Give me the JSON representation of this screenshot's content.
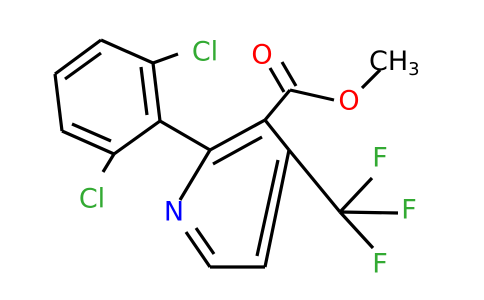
{
  "molecule": {
    "colors": {
      "bond": "#000000",
      "chlorine": "#33aa33",
      "oxygen": "#ff0000",
      "nitrogen": "#0000ff",
      "fluorine": "#33aa33",
      "carbon": "#000000"
    },
    "labels": {
      "cl_top": "Cl",
      "cl_bottom": "Cl",
      "o_carbonyl": "O",
      "o_ester": "O",
      "methyl_c": "CH",
      "methyl_sub": "3",
      "n_ring": "N",
      "f_1": "F",
      "f_2": "F",
      "f_3": "F"
    }
  }
}
